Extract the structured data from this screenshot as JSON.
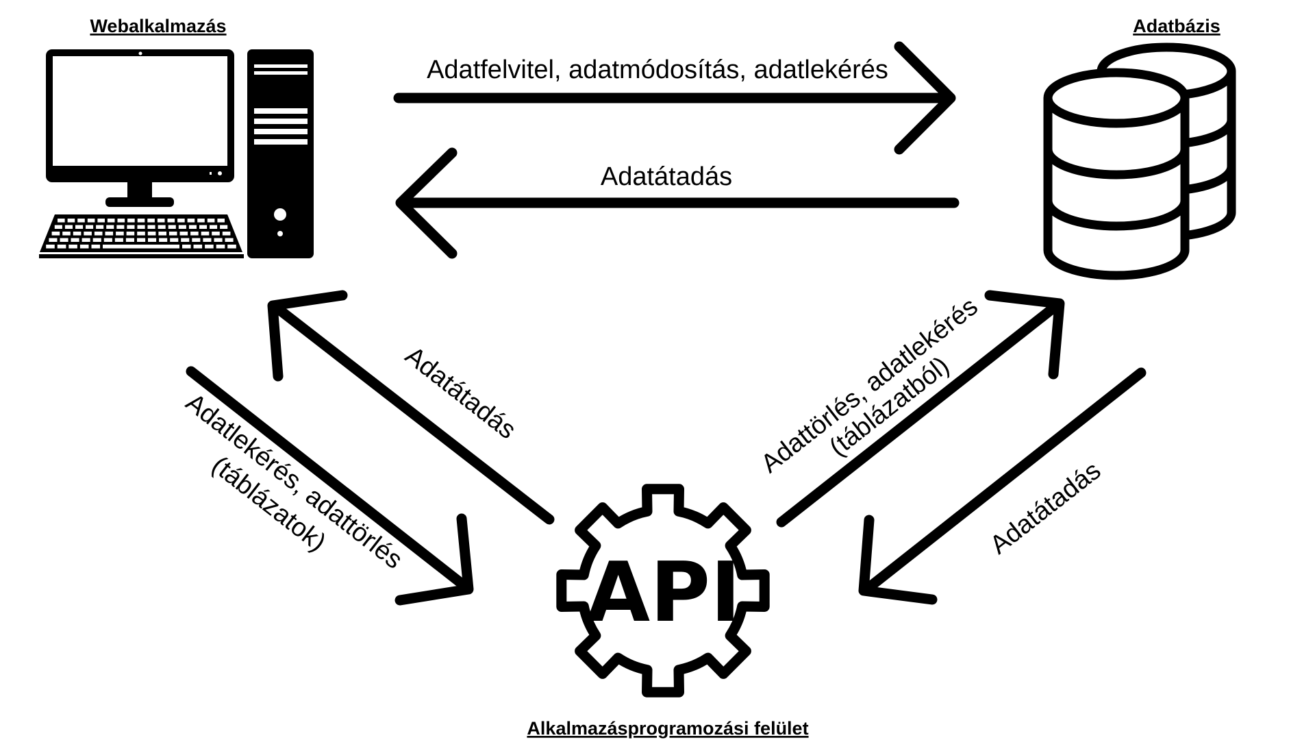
{
  "nodes": {
    "webapp": {
      "title": "Webalkalmazás",
      "icon": "desktop-computer-icon"
    },
    "database": {
      "title": "Adatbázis",
      "icon": "database-icon"
    },
    "api": {
      "title": "Alkalmazásprogramozási felület",
      "icon": "gear-icon",
      "icon_text": "API"
    }
  },
  "edges": {
    "web_to_db": "Adatfelvitel, adatmódosítás, adatlekérés",
    "db_to_web": "Adatátadás",
    "api_to_web": "Adatátadás",
    "web_to_api_line1": "Adatlekérés, adattörlés",
    "web_to_api_line2": "(táblázatok)",
    "api_to_db_line1": "Adattörlés, adatlekérés",
    "api_to_db_line2": "(táblázatból)",
    "db_to_api": "Adatátadás"
  },
  "colors": {
    "ink": "#000000",
    "background": "#ffffff"
  }
}
